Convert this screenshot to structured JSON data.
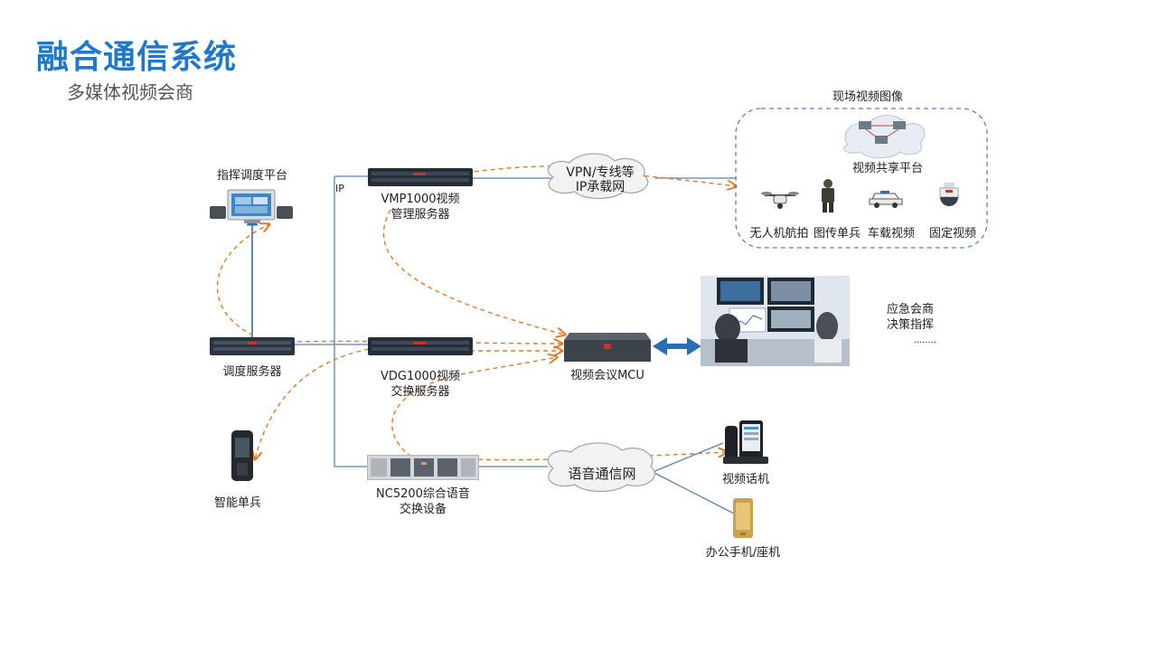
{
  "header": {
    "title": "融合通信系统",
    "subtitle": "多媒体视频会商"
  },
  "nodes": {
    "command_platform": "指挥调度平台",
    "dispatch_server": "调度服务器",
    "smart_soldier": "智能单兵",
    "vmp_line1": "VMP1000视频",
    "vmp_line2": "管理服务器",
    "vdg_line1": "VDG1000视频",
    "vdg_line2": "交换服务器",
    "nc_line1": "NC5200综合语音",
    "nc_line2": "交换设备",
    "mcu": "视频会议MCU",
    "video_phone": "视频话机",
    "office_phone": "办公手机/座机",
    "ip_label": "IP"
  },
  "clouds": {
    "vpn_line1": "VPN/专线等",
    "vpn_line2": "IP承载网",
    "voice_net": "语音通信网"
  },
  "field_group": {
    "title": "现场视频图像",
    "share_platform": "视频共享平台",
    "sources": [
      "无人机航拍",
      "图传单兵",
      "车载视频",
      "固定视频"
    ]
  },
  "side_note": {
    "line1": "应急会商",
    "line2": "决策指挥",
    "line3": "........"
  },
  "colors": {
    "title_blue": "#1f78c8",
    "line_blue": "#5b82b3",
    "dash_orange": "#e07b2a",
    "arrow_blue": "#2a6db5"
  }
}
